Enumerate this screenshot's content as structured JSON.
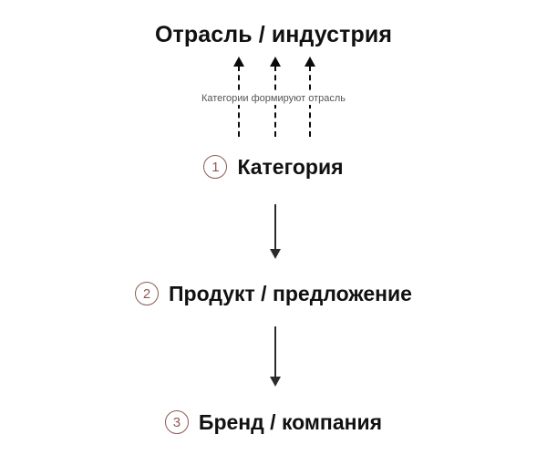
{
  "diagram": {
    "title": "Отрасль / индустрия",
    "relation_caption": "Категории формируют отрасль",
    "colors": {
      "background": "#ffffff",
      "title_text": "#111111",
      "caption_text": "#555555",
      "badge_accent": "#8d5a52",
      "arrow_solid": "#2b2b2b",
      "arrow_dashed": "#0b0b0b"
    },
    "steps": [
      {
        "number": "1",
        "label": "Категория"
      },
      {
        "number": "2",
        "label": "Продукт / предложение"
      },
      {
        "number": "3",
        "label": "Бренд / компания"
      }
    ],
    "dashed_arrows": [
      {
        "name": "dashed-arrow-left",
        "direction": "up"
      },
      {
        "name": "dashed-arrow-center",
        "direction": "up"
      },
      {
        "name": "dashed-arrow-right",
        "direction": "up"
      }
    ],
    "solid_arrows": [
      {
        "name": "arrow-category-to-product",
        "direction": "down"
      },
      {
        "name": "arrow-product-to-brand",
        "direction": "down"
      }
    ]
  }
}
